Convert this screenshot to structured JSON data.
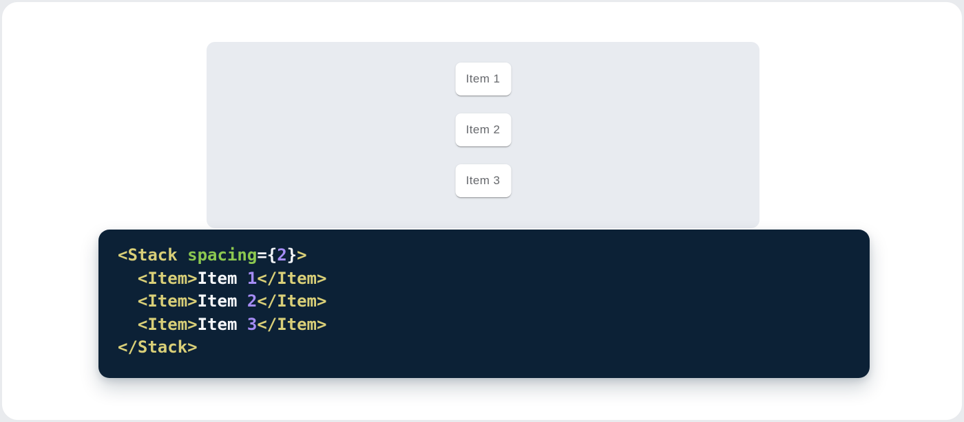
{
  "demo": {
    "items": [
      "Item 1",
      "Item 2",
      "Item 3"
    ]
  },
  "code": {
    "lines": [
      {
        "tokens": [
          [
            "tag",
            "<Stack"
          ],
          [
            "plain",
            " "
          ],
          [
            "attr",
            "spacing"
          ],
          [
            "op",
            "="
          ],
          [
            "punct",
            "{"
          ],
          [
            "num",
            "2"
          ],
          [
            "punct",
            "}"
          ],
          [
            "tag",
            ">"
          ]
        ]
      },
      {
        "tokens": [
          [
            "plain",
            "  "
          ],
          [
            "tag",
            "<Item>"
          ],
          [
            "plain",
            "Item "
          ],
          [
            "num",
            "1"
          ],
          [
            "tag",
            "</Item>"
          ]
        ]
      },
      {
        "tokens": [
          [
            "plain",
            "  "
          ],
          [
            "tag",
            "<Item>"
          ],
          [
            "plain",
            "Item "
          ],
          [
            "num",
            "2"
          ],
          [
            "tag",
            "</Item>"
          ]
        ]
      },
      {
        "tokens": [
          [
            "plain",
            "  "
          ],
          [
            "tag",
            "<Item>"
          ],
          [
            "plain",
            "Item "
          ],
          [
            "num",
            "3"
          ],
          [
            "tag",
            "</Item>"
          ]
        ]
      },
      {
        "tokens": [
          [
            "tag",
            "</Stack>"
          ]
        ]
      }
    ]
  },
  "colors": {
    "demo_background": "#E8EBF0",
    "item_text": "#67696D",
    "code_background": "#0C2136",
    "code_tag": "#D9CF78",
    "code_attr": "#8CC850",
    "code_number": "#A58CF5",
    "code_plain": "#F5F7FA"
  }
}
